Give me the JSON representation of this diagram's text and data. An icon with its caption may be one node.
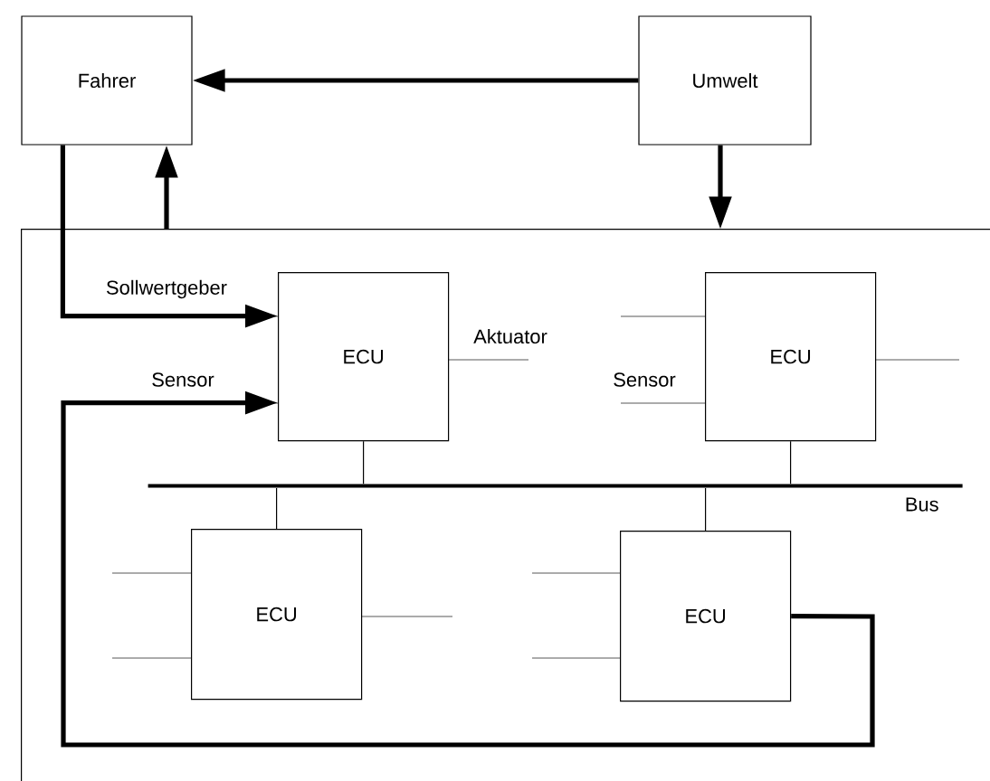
{
  "diagram": {
    "nodes": [
      {
        "text": [
          "Fahrer"
        ]
      },
      {
        "text": [
          "Umwelt"
        ]
      },
      {
        "text": [],
        "shape": "box"
      },
      {
        "text": [
          "ECU"
        ],
        "in": 2
      },
      {
        "text": [
          "ECU"
        ],
        "in": 2
      },
      {
        "text": [],
        "shape": "bar",
        "beside": [
          "Bus"
        ],
        "in": 2
      },
      {
        "text": [
          "ECU"
        ],
        "in": 2
      },
      {
        "text": [
          "ECU"
        ],
        "in": 2
      }
    ],
    "edges": [
      {
        "from": 1,
        "to": 0,
        "arrow": "to"
      },
      {
        "from": 1,
        "to": 2,
        "arrow": "to"
      },
      {
        "from": 2,
        "to": 0,
        "arrow": "to"
      },
      {
        "from": 0,
        "to": 3,
        "arrow": "to"
      },
      {
        "from": 7,
        "to": 3,
        "arrow": "to"
      },
      {
        "from": 3,
        "to": 5,
        "arrow": "none"
      },
      {
        "from": 4,
        "to": 5,
        "arrow": "none"
      },
      {
        "from": 6,
        "to": 5,
        "arrow": "none"
      },
      {
        "from": 7,
        "to": 5,
        "arrow": "none"
      }
    ],
    "labels": [
      "Sollwertgeber",
      "Aktuator",
      "Sensor",
      "Sensor"
    ]
  }
}
